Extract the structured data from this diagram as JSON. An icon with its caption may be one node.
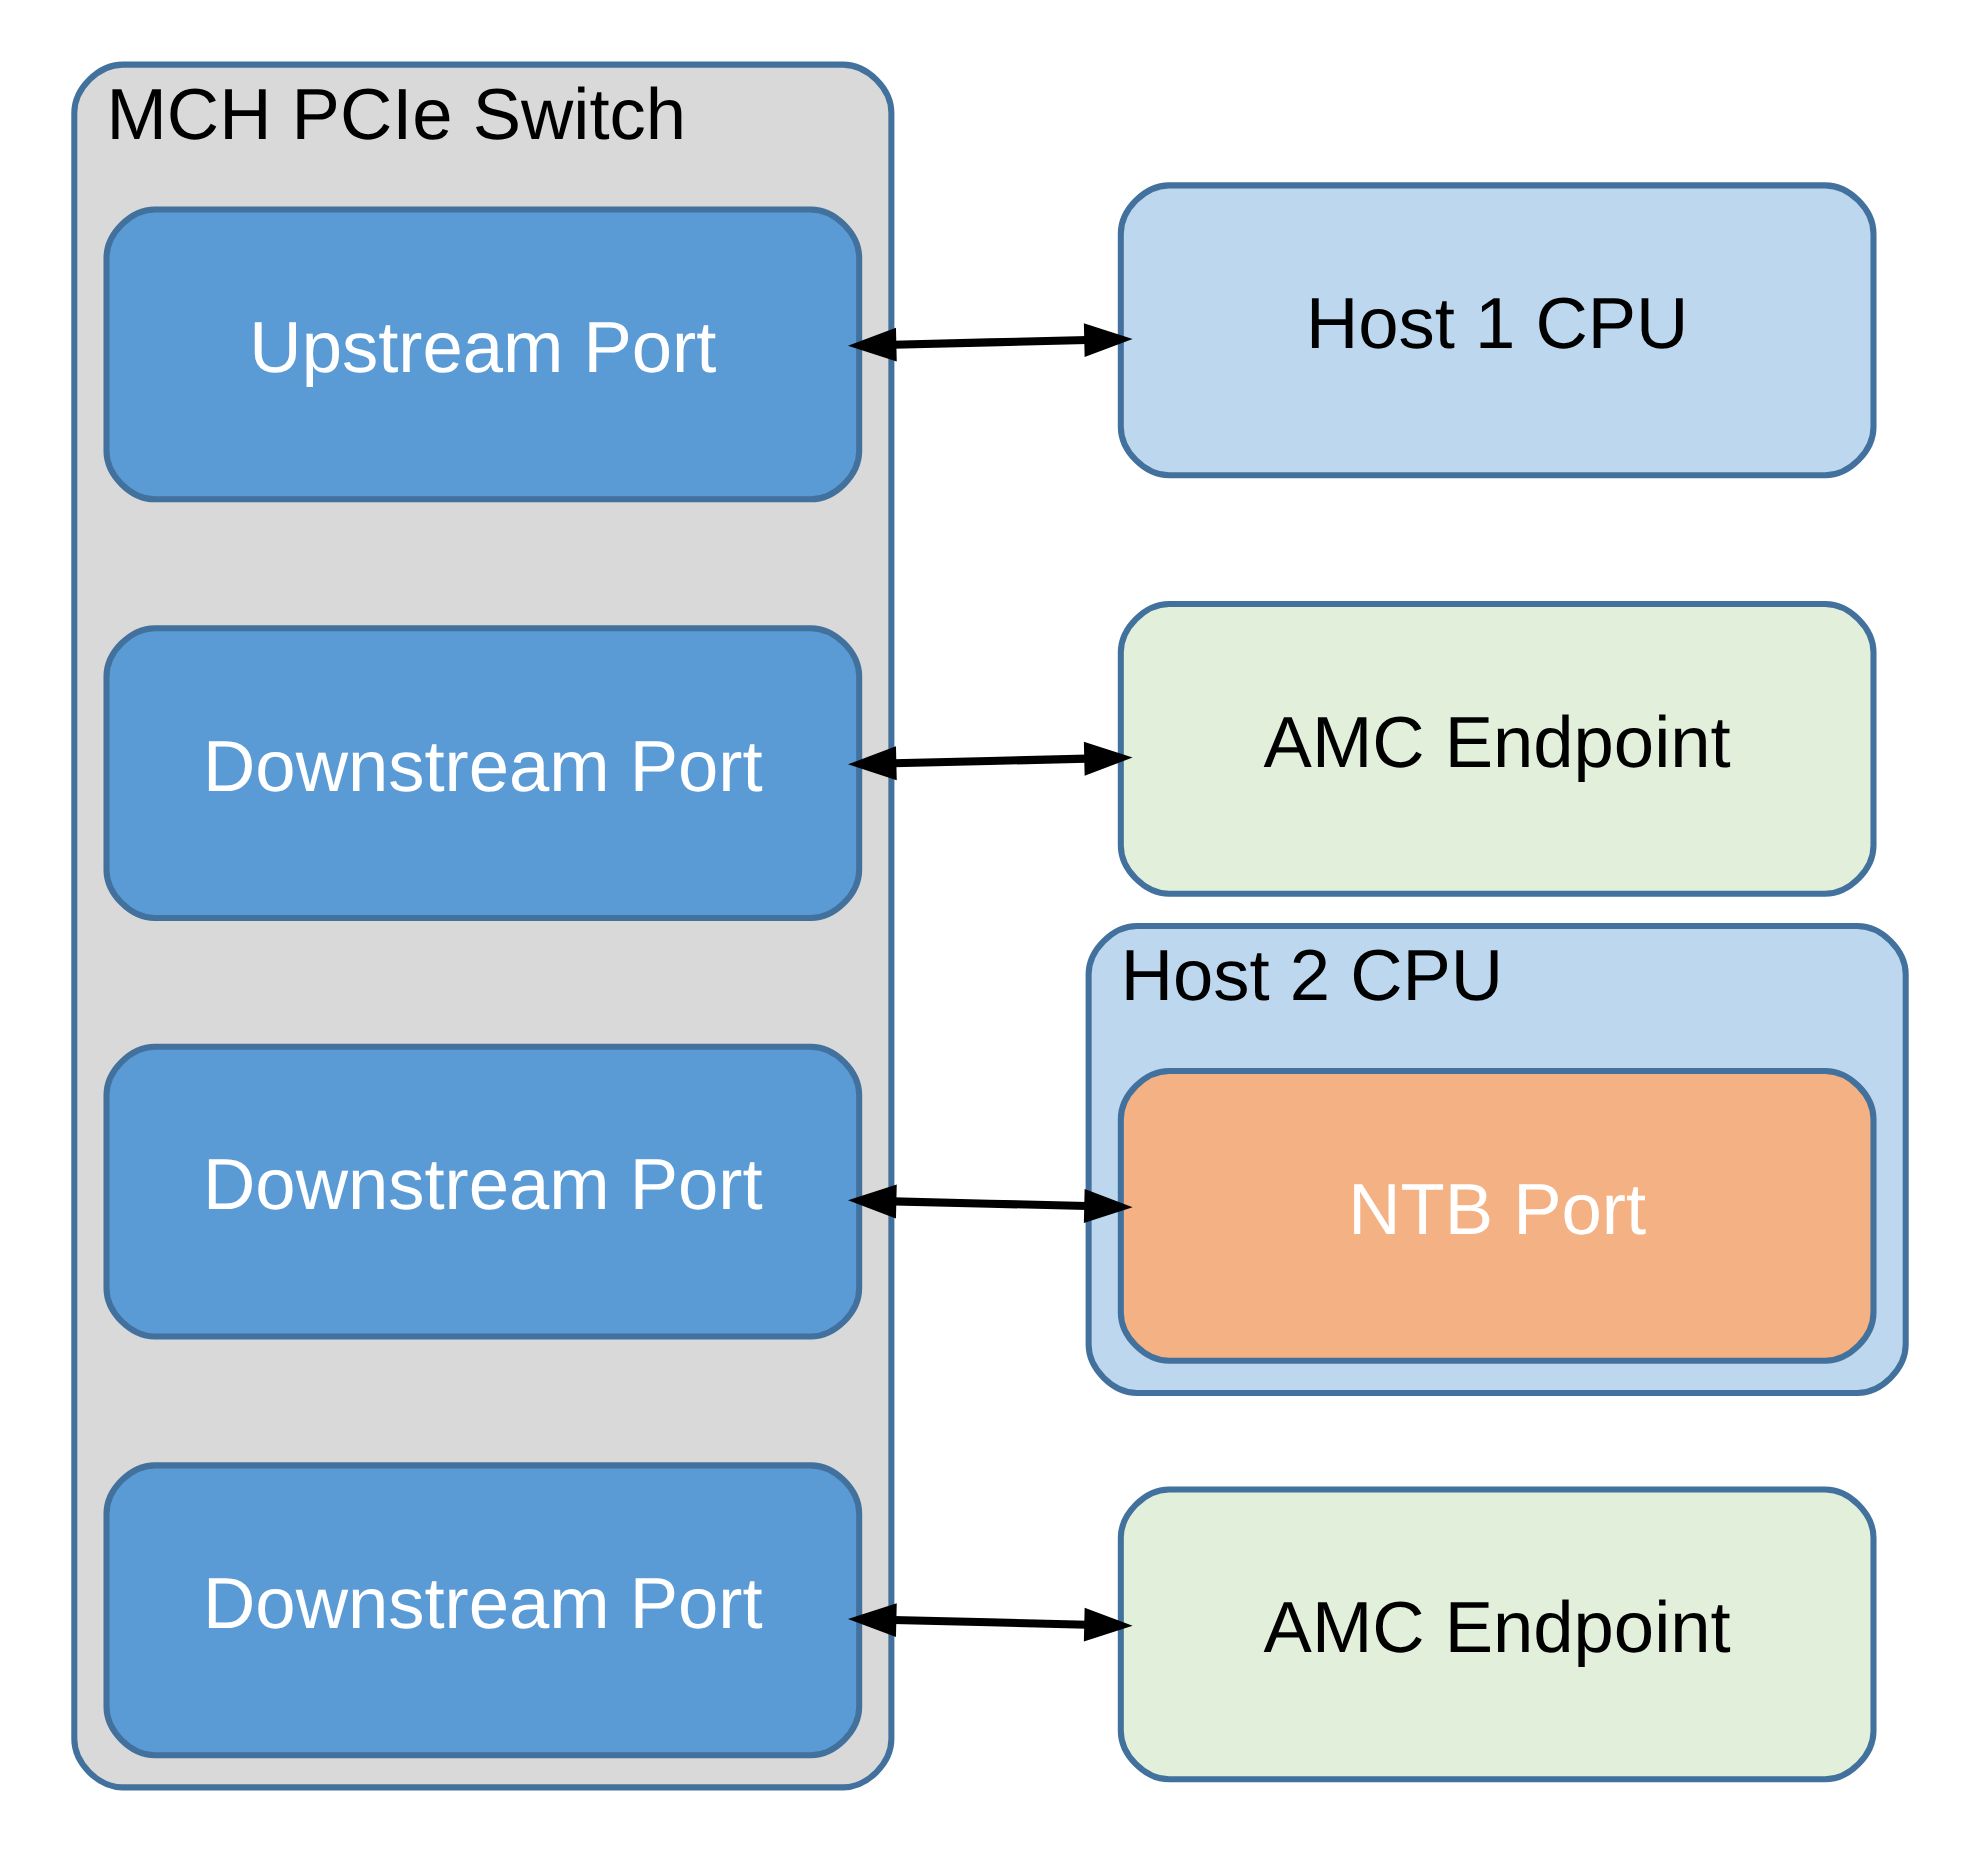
{
  "diagram": {
    "nodes": [
      {
        "text": [
          "MCH PCIe Switch"
        ]
      },
      {
        "text": [
          "Upstream Port"
        ],
        "in": 0
      },
      {
        "text": [
          "Downstream Port"
        ],
        "in": 0
      },
      {
        "text": [
          "Downstream Port"
        ],
        "in": 0
      },
      {
        "text": [
          "Downstream Port"
        ],
        "in": 0
      },
      {
        "text": [
          "Host 1 CPU"
        ]
      },
      {
        "text": [
          "AMC Endpoint"
        ]
      },
      {
        "text": [
          "Host 2 CPU"
        ]
      },
      {
        "text": [
          "NTB Port"
        ],
        "in": 7
      },
      {
        "text": [
          "AMC Endpoint"
        ]
      }
    ],
    "edges": [
      {
        "from": 1,
        "to": 5,
        "arrow": "both"
      },
      {
        "from": 2,
        "to": 6,
        "arrow": "both"
      },
      {
        "from": 3,
        "to": 8,
        "arrow": "both"
      },
      {
        "from": 4,
        "to": 9,
        "arrow": "both"
      }
    ]
  }
}
